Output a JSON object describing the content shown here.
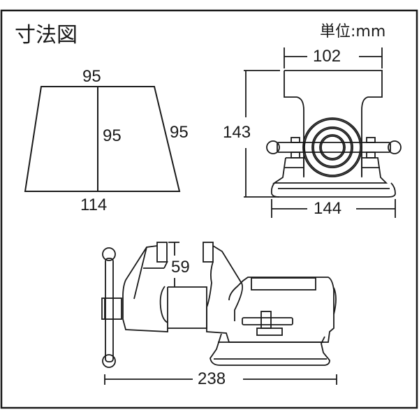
{
  "title": "寸法図",
  "unit_label": "単位:mm",
  "jaw_diagram": {
    "top_width": "95",
    "center_height": "95",
    "side_length": "95",
    "bottom_width": "114"
  },
  "front_view": {
    "jaw_width": "102",
    "height": "143",
    "base_width": "144"
  },
  "side_view": {
    "jaw_opening": "59",
    "overall_length": "238"
  },
  "colors": {
    "line": "#1a1a1a",
    "background": "#ffffff"
  }
}
